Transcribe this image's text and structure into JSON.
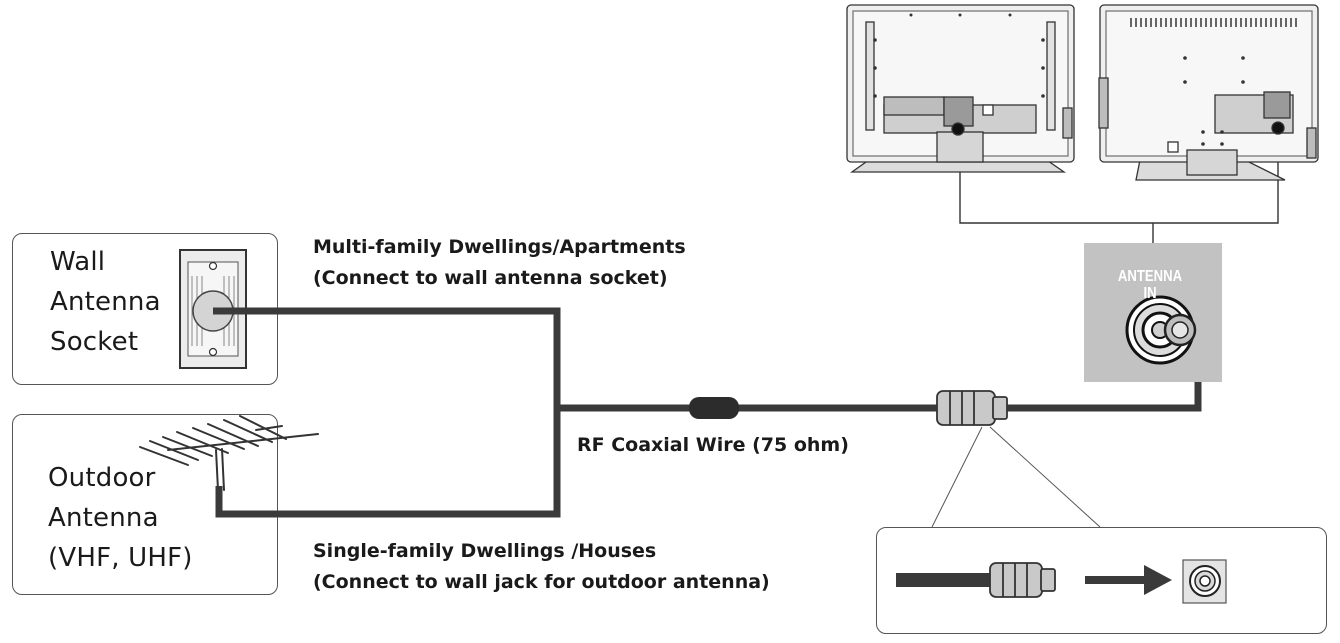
{
  "wall_box": {
    "label_lines": [
      "Wall",
      "Antenna",
      "Socket"
    ]
  },
  "outdoor_box": {
    "label_lines": [
      "Outdoor",
      "Antenna",
      "(VHF, UHF)"
    ]
  },
  "captions": {
    "apartments_line1": "Multi-family Dwellings/Apartments",
    "apartments_line2": "(Connect to wall antenna socket)",
    "houses_line1": "Single-family Dwellings /Houses",
    "houses_line2": "(Connect to wall jack for outdoor antenna)",
    "cable": "RF Coaxial Wire (75 ohm)"
  },
  "antenna_panel": {
    "label_line1": "ANTENNA",
    "label_line2": "IN"
  },
  "colors": {
    "cable": "#3a3a3a",
    "panel": "#c2c2c2",
    "border": "#555555"
  }
}
